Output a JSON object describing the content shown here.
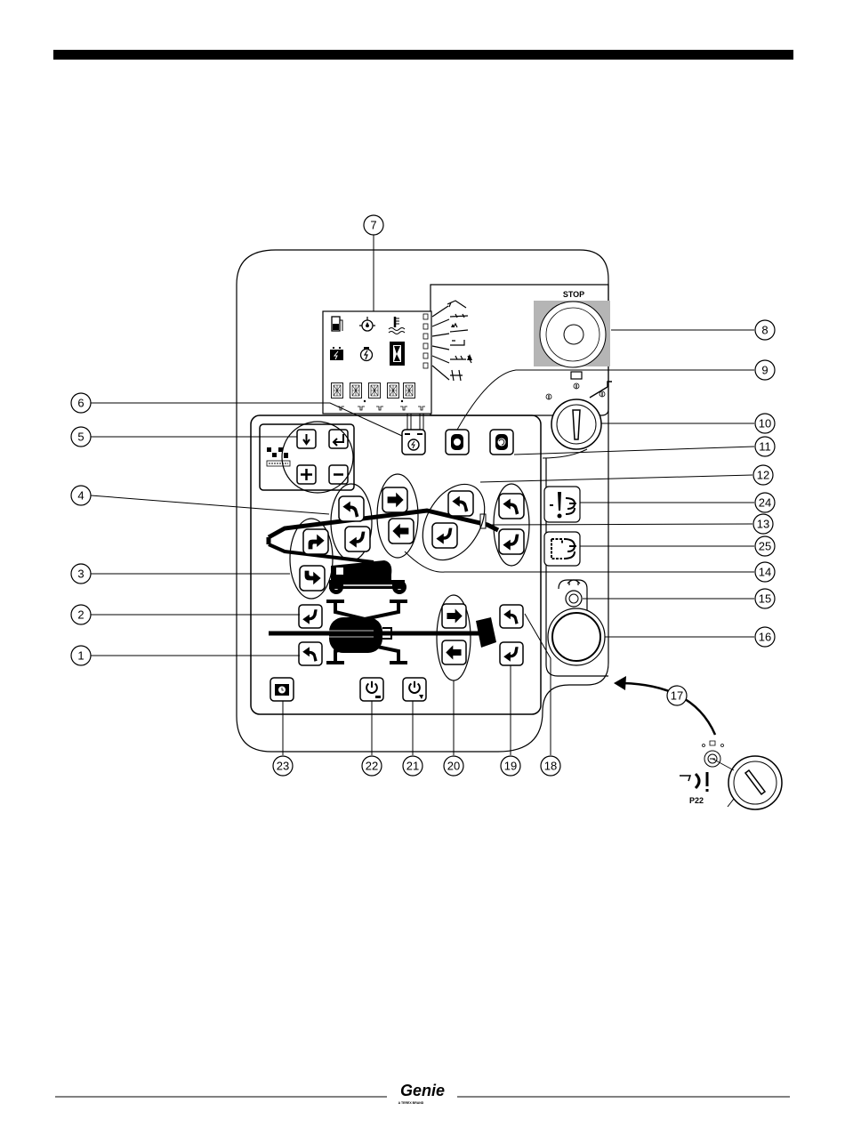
{
  "header": {
    "bar_color": "#000000"
  },
  "panel": {
    "stop_label": "STOP",
    "key_label": "P22"
  },
  "callouts": [
    {
      "id": 1,
      "label": "1"
    },
    {
      "id": 2,
      "label": "2"
    },
    {
      "id": 3,
      "label": "3"
    },
    {
      "id": 4,
      "label": "4"
    },
    {
      "id": 5,
      "label": "5"
    },
    {
      "id": 6,
      "label": "6"
    },
    {
      "id": 7,
      "label": "7"
    },
    {
      "id": 8,
      "label": "8"
    },
    {
      "id": 9,
      "label": "9"
    },
    {
      "id": 10,
      "label": "10"
    },
    {
      "id": 11,
      "label": "11"
    },
    {
      "id": 12,
      "label": "12"
    },
    {
      "id": 13,
      "label": "13"
    },
    {
      "id": 14,
      "label": "14"
    },
    {
      "id": 15,
      "label": "15"
    },
    {
      "id": 16,
      "label": "16"
    },
    {
      "id": 17,
      "label": "17"
    },
    {
      "id": 18,
      "label": "18"
    },
    {
      "id": 19,
      "label": "19"
    },
    {
      "id": 20,
      "label": "20"
    },
    {
      "id": 21,
      "label": "21"
    },
    {
      "id": 22,
      "label": "22"
    },
    {
      "id": 23,
      "label": "23"
    },
    {
      "id": 24,
      "label": "24"
    },
    {
      "id": 25,
      "label": "25"
    }
  ],
  "footer": {
    "logo": "Genie",
    "logo_tagline": "A TEREX BRAND"
  }
}
